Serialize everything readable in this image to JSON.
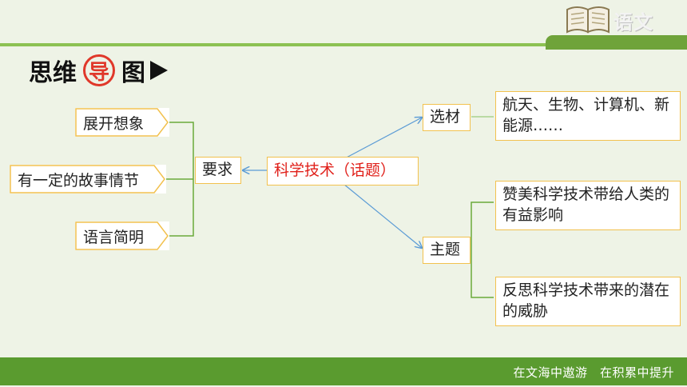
{
  "header": {
    "subject": "语文",
    "title_left": "思维",
    "title_circle": "导",
    "title_right": "图"
  },
  "diagram": {
    "center": "科学技术（话题）",
    "requirement_label": "要求",
    "requirements": [
      "展开想象",
      "有一定的故事情节",
      "语言简明"
    ],
    "material_label": "选材",
    "material": "航天、生物、计算机、新能源……",
    "theme_label": "主题",
    "themes": [
      "赞美科学技术带给人类的有益影响",
      "反思科学技术带来的潜在的威胁"
    ]
  },
  "footer": {
    "slogan": "在文海中遨游　在积累中提升"
  },
  "colors": {
    "accent_green": "#8cc152",
    "footer_green": "#5a9b2f",
    "box_border": "#f2c14e",
    "red": "#e0201a"
  }
}
